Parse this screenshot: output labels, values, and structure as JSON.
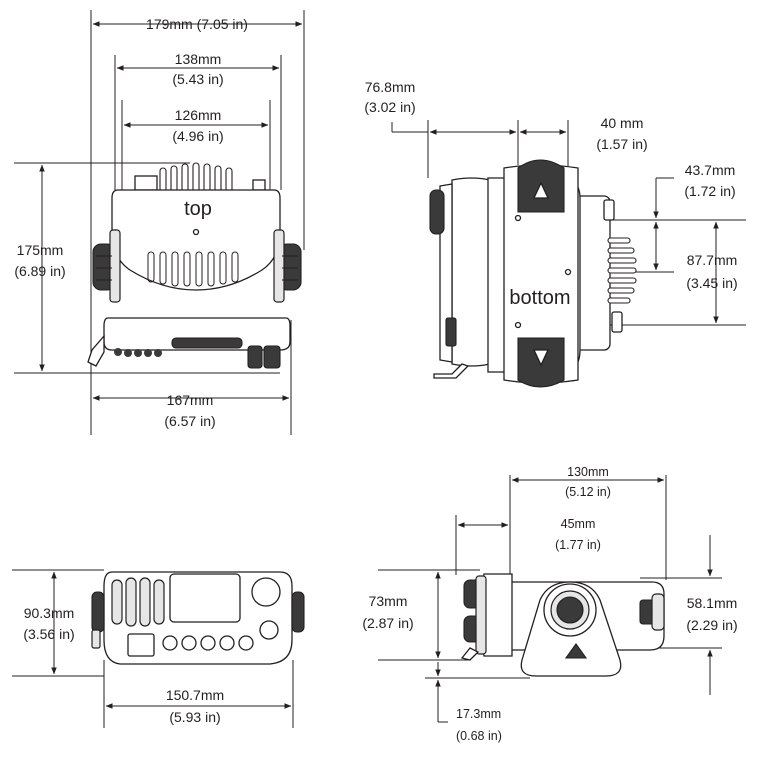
{
  "views": {
    "top": {
      "label": "top",
      "dims": {
        "overall_width": "179mm (7.05 in)",
        "width_138_mm": "138mm",
        "width_138_in": "(5.43 in)",
        "width_126_mm": "126mm",
        "width_126_in": "(4.96 in)",
        "height_175_mm": "175mm",
        "height_175_in": "(6.89 in)",
        "width_167_mm": "167mm",
        "width_167_in": "(6.57 in)"
      }
    },
    "bottom": {
      "label": "bottom",
      "dims": {
        "d_76_8_mm": "76.8mm",
        "d_76_8_in": "(3.02 in)",
        "d_40_mm": "40 mm",
        "d_40_in": "(1.57 in)",
        "d_43_7_mm": "43.7mm",
        "d_43_7_in": "(1.72 in)",
        "d_87_7_mm": "87.7mm",
        "d_87_7_in": "(3.45 in)"
      }
    },
    "front": {
      "dims": {
        "height_90_3_mm": "90.3mm",
        "height_90_3_in": "(3.56 in)",
        "width_150_7_mm": "150.7mm",
        "width_150_7_in": "(5.93 in)"
      }
    },
    "side": {
      "dims": {
        "d_130_mm": "130mm",
        "d_130_in": "(5.12 in)",
        "d_45_mm": "45mm",
        "d_45_in": "(1.77 in)",
        "d_73_mm": "73mm",
        "d_73_in": "(2.87 in)",
        "d_58_1_mm": "58.1mm",
        "d_58_1_in": "(2.29 in)",
        "d_17_3_mm": "17.3mm",
        "d_17_3_in": "(0.68 in)"
      }
    }
  },
  "colors": {
    "line": "#231f20",
    "fill_light": "#e6e6e6",
    "fill_dark": "#3a3a3a"
  }
}
